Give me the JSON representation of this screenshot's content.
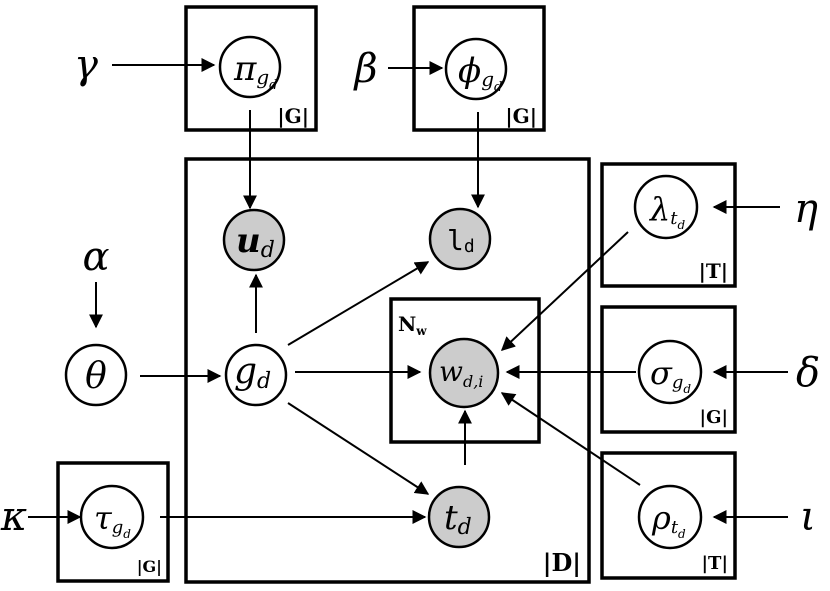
{
  "colors": {
    "observed_fill": "#cccccc",
    "latent_fill": "#ffffff",
    "stroke": "#000000"
  },
  "plates": {
    "G_pi": "|G|",
    "G_phi": "|G|",
    "D": "|D|",
    "T_lambda": "|T|",
    "G_sigma": "|G|",
    "T_rho": "|T|",
    "G_tau": "|G|",
    "Nw_main": "N",
    "Nw_sub": "w"
  },
  "hyper": {
    "gamma": "γ",
    "beta": "β",
    "alpha": "α",
    "eta": "η",
    "delta": "δ",
    "kappa": "κ",
    "iota": "ι"
  },
  "nodes": {
    "pi": {
      "main": "π",
      "sub": "g",
      "subsub": "d"
    },
    "phi": {
      "main": "ϕ",
      "sub": "g",
      "subsub": "d"
    },
    "u": {
      "main": "u",
      "sub": "d"
    },
    "l": {
      "main": "l",
      "sub": "d"
    },
    "theta": {
      "main": "θ"
    },
    "g": {
      "main": "g",
      "sub": "d"
    },
    "w": {
      "main": "w",
      "sub": "d,i"
    },
    "t": {
      "main": "t",
      "sub": "d"
    },
    "lambda": {
      "main": "λ",
      "sub": "t",
      "subsub": "d"
    },
    "sigma": {
      "main": "σ",
      "sub": "g",
      "subsub": "d"
    },
    "rho": {
      "main": "ρ",
      "sub": "t",
      "subsub": "d"
    },
    "tau": {
      "main": "τ",
      "sub": "g",
      "subsub": "d"
    }
  }
}
